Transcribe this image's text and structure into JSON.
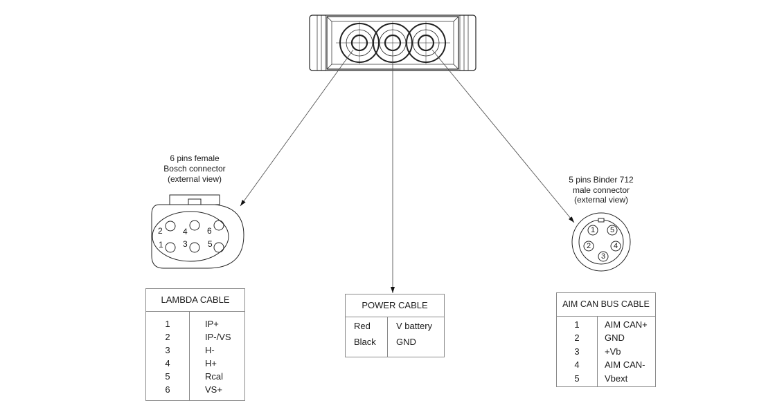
{
  "connectors": {
    "bosch": {
      "caption": [
        "6 pins female",
        "Bosch connector",
        "(external view)"
      ],
      "pins": [
        "1",
        "2",
        "3",
        "4",
        "5",
        "6"
      ]
    },
    "binder": {
      "caption": [
        "5 pins Binder 712",
        "male connector",
        "(external view)"
      ],
      "pins": [
        "1",
        "2",
        "3",
        "4",
        "5"
      ]
    }
  },
  "tables": {
    "lambda": {
      "title": "LAMBDA CABLE",
      "rows": [
        {
          "pin": "1",
          "signal": "IP+"
        },
        {
          "pin": "2",
          "signal": "IP-/VS"
        },
        {
          "pin": "3",
          "signal": "H-"
        },
        {
          "pin": "4",
          "signal": "H+"
        },
        {
          "pin": "5",
          "signal": "Rcal"
        },
        {
          "pin": "6",
          "signal": "VS+"
        }
      ]
    },
    "power": {
      "title": "POWER CABLE",
      "rows": [
        {
          "wire": "Red",
          "signal": "V battery"
        },
        {
          "wire": "Black",
          "signal": "GND"
        }
      ]
    },
    "can": {
      "title": "AIM CAN BUS CABLE",
      "rows": [
        {
          "pin": "1",
          "signal": "AIM CAN+"
        },
        {
          "pin": "2",
          "signal": "GND"
        },
        {
          "pin": "3",
          "signal": "+Vb"
        },
        {
          "pin": "4",
          "signal": "AIM CAN-"
        },
        {
          "pin": "5",
          "signal": "Vbext"
        }
      ]
    }
  },
  "colors": {
    "line": "#555555",
    "stroke": "#1a1a1a",
    "border": "#8a8a8a"
  }
}
